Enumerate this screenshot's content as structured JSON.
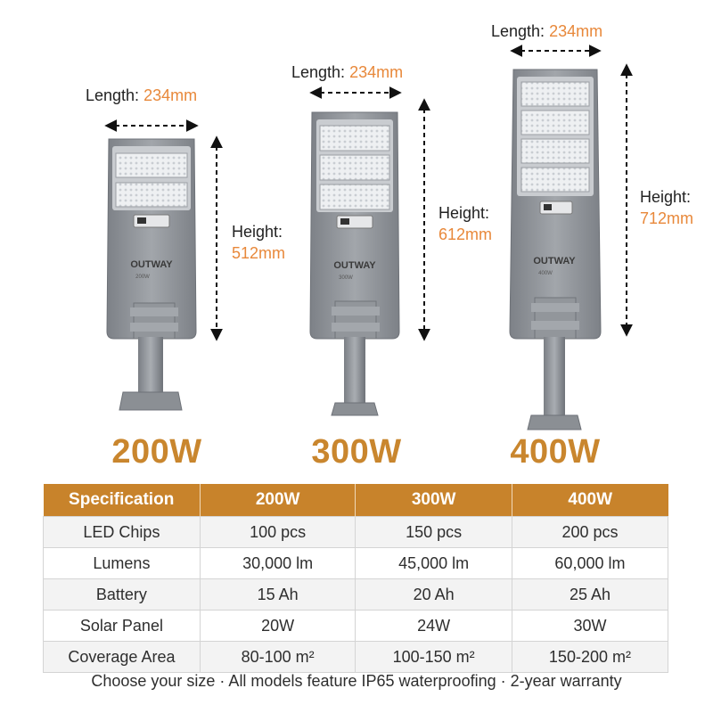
{
  "products": [
    {
      "watt": "200W",
      "length_label": "Length:",
      "length_value": "234mm",
      "height_label": "Height:",
      "height_value": "512mm",
      "brand": "OUTWAY",
      "model_text": "200W"
    },
    {
      "watt": "300W",
      "length_label": "Length:",
      "length_value": "234mm",
      "height_label": "Height:",
      "height_value": "612mm",
      "brand": "OUTWAY",
      "model_text": "300W"
    },
    {
      "watt": "400W",
      "length_label": "Length:",
      "length_value": "234mm",
      "height_label": "Height:",
      "height_value": "712mm",
      "brand": "OUTWAY",
      "model_text": "400W"
    }
  ],
  "table": {
    "headers": [
      "Specification",
      "200W",
      "300W",
      "400W"
    ],
    "rows": [
      [
        "LED Chips",
        "100 pcs",
        "150 pcs",
        "200 pcs"
      ],
      [
        "Lumens",
        "30,000 lm",
        "45,000 lm",
        "60,000 lm"
      ],
      [
        "Battery",
        "15 Ah",
        "20 Ah",
        "25 Ah"
      ],
      [
        "Solar Panel",
        "20W",
        "24W",
        "30W"
      ],
      [
        "Coverage Area",
        "80-100 m²",
        "100-150 m²",
        "150-200 m²"
      ]
    ]
  },
  "footer": "Choose your size · All models feature IP65 waterproofing · 2-year warranty",
  "colors": {
    "accent": "#c8832b",
    "dimension_value": "#e8883a",
    "lamp_body": "#8f9399"
  }
}
